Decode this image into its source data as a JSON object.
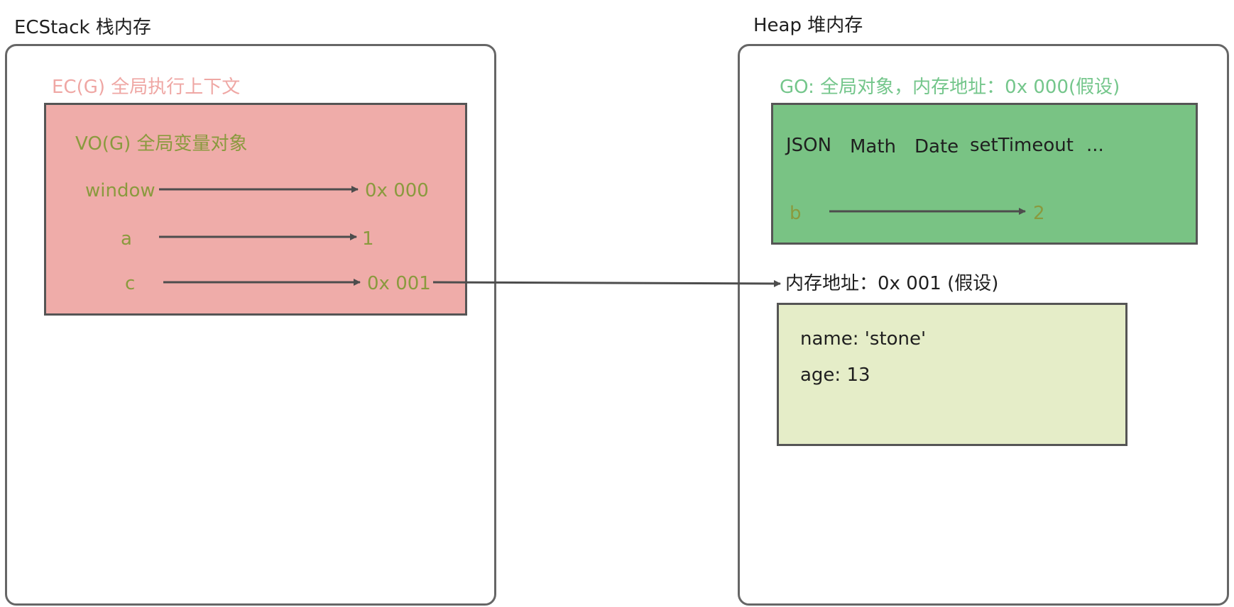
{
  "colors": {
    "ec_box": "#efaca9",
    "ec_title": "#efa7a4",
    "go_box": "#79c384",
    "go_title": "#74c68b",
    "obj_box": "#e5edc8",
    "var_text": "#8a9a3e",
    "border": "#555555",
    "arrow": "#4d4d4d"
  },
  "stack": {
    "title": "ECStack 栈内存",
    "ec_label": "EC(G) 全局执行上下文",
    "vo_label": "VO(G) 全局变量对象",
    "vars": [
      {
        "name": "window",
        "value": "0x 000"
      },
      {
        "name": "a",
        "value": "1"
      },
      {
        "name": "c",
        "value": "0x 001"
      }
    ]
  },
  "heap": {
    "title": "Heap 堆内存",
    "go_label": "GO: 全局对象，内存地址：0x 000(假设)",
    "go_props": [
      "JSON",
      "Math",
      "Date",
      "setTimeout",
      "..."
    ],
    "go_var": {
      "name": "b",
      "value": "2"
    },
    "obj_label": "内存地址：0x 001 (假设)",
    "obj_props": [
      "name: 'stone'",
      "age: 13"
    ]
  }
}
